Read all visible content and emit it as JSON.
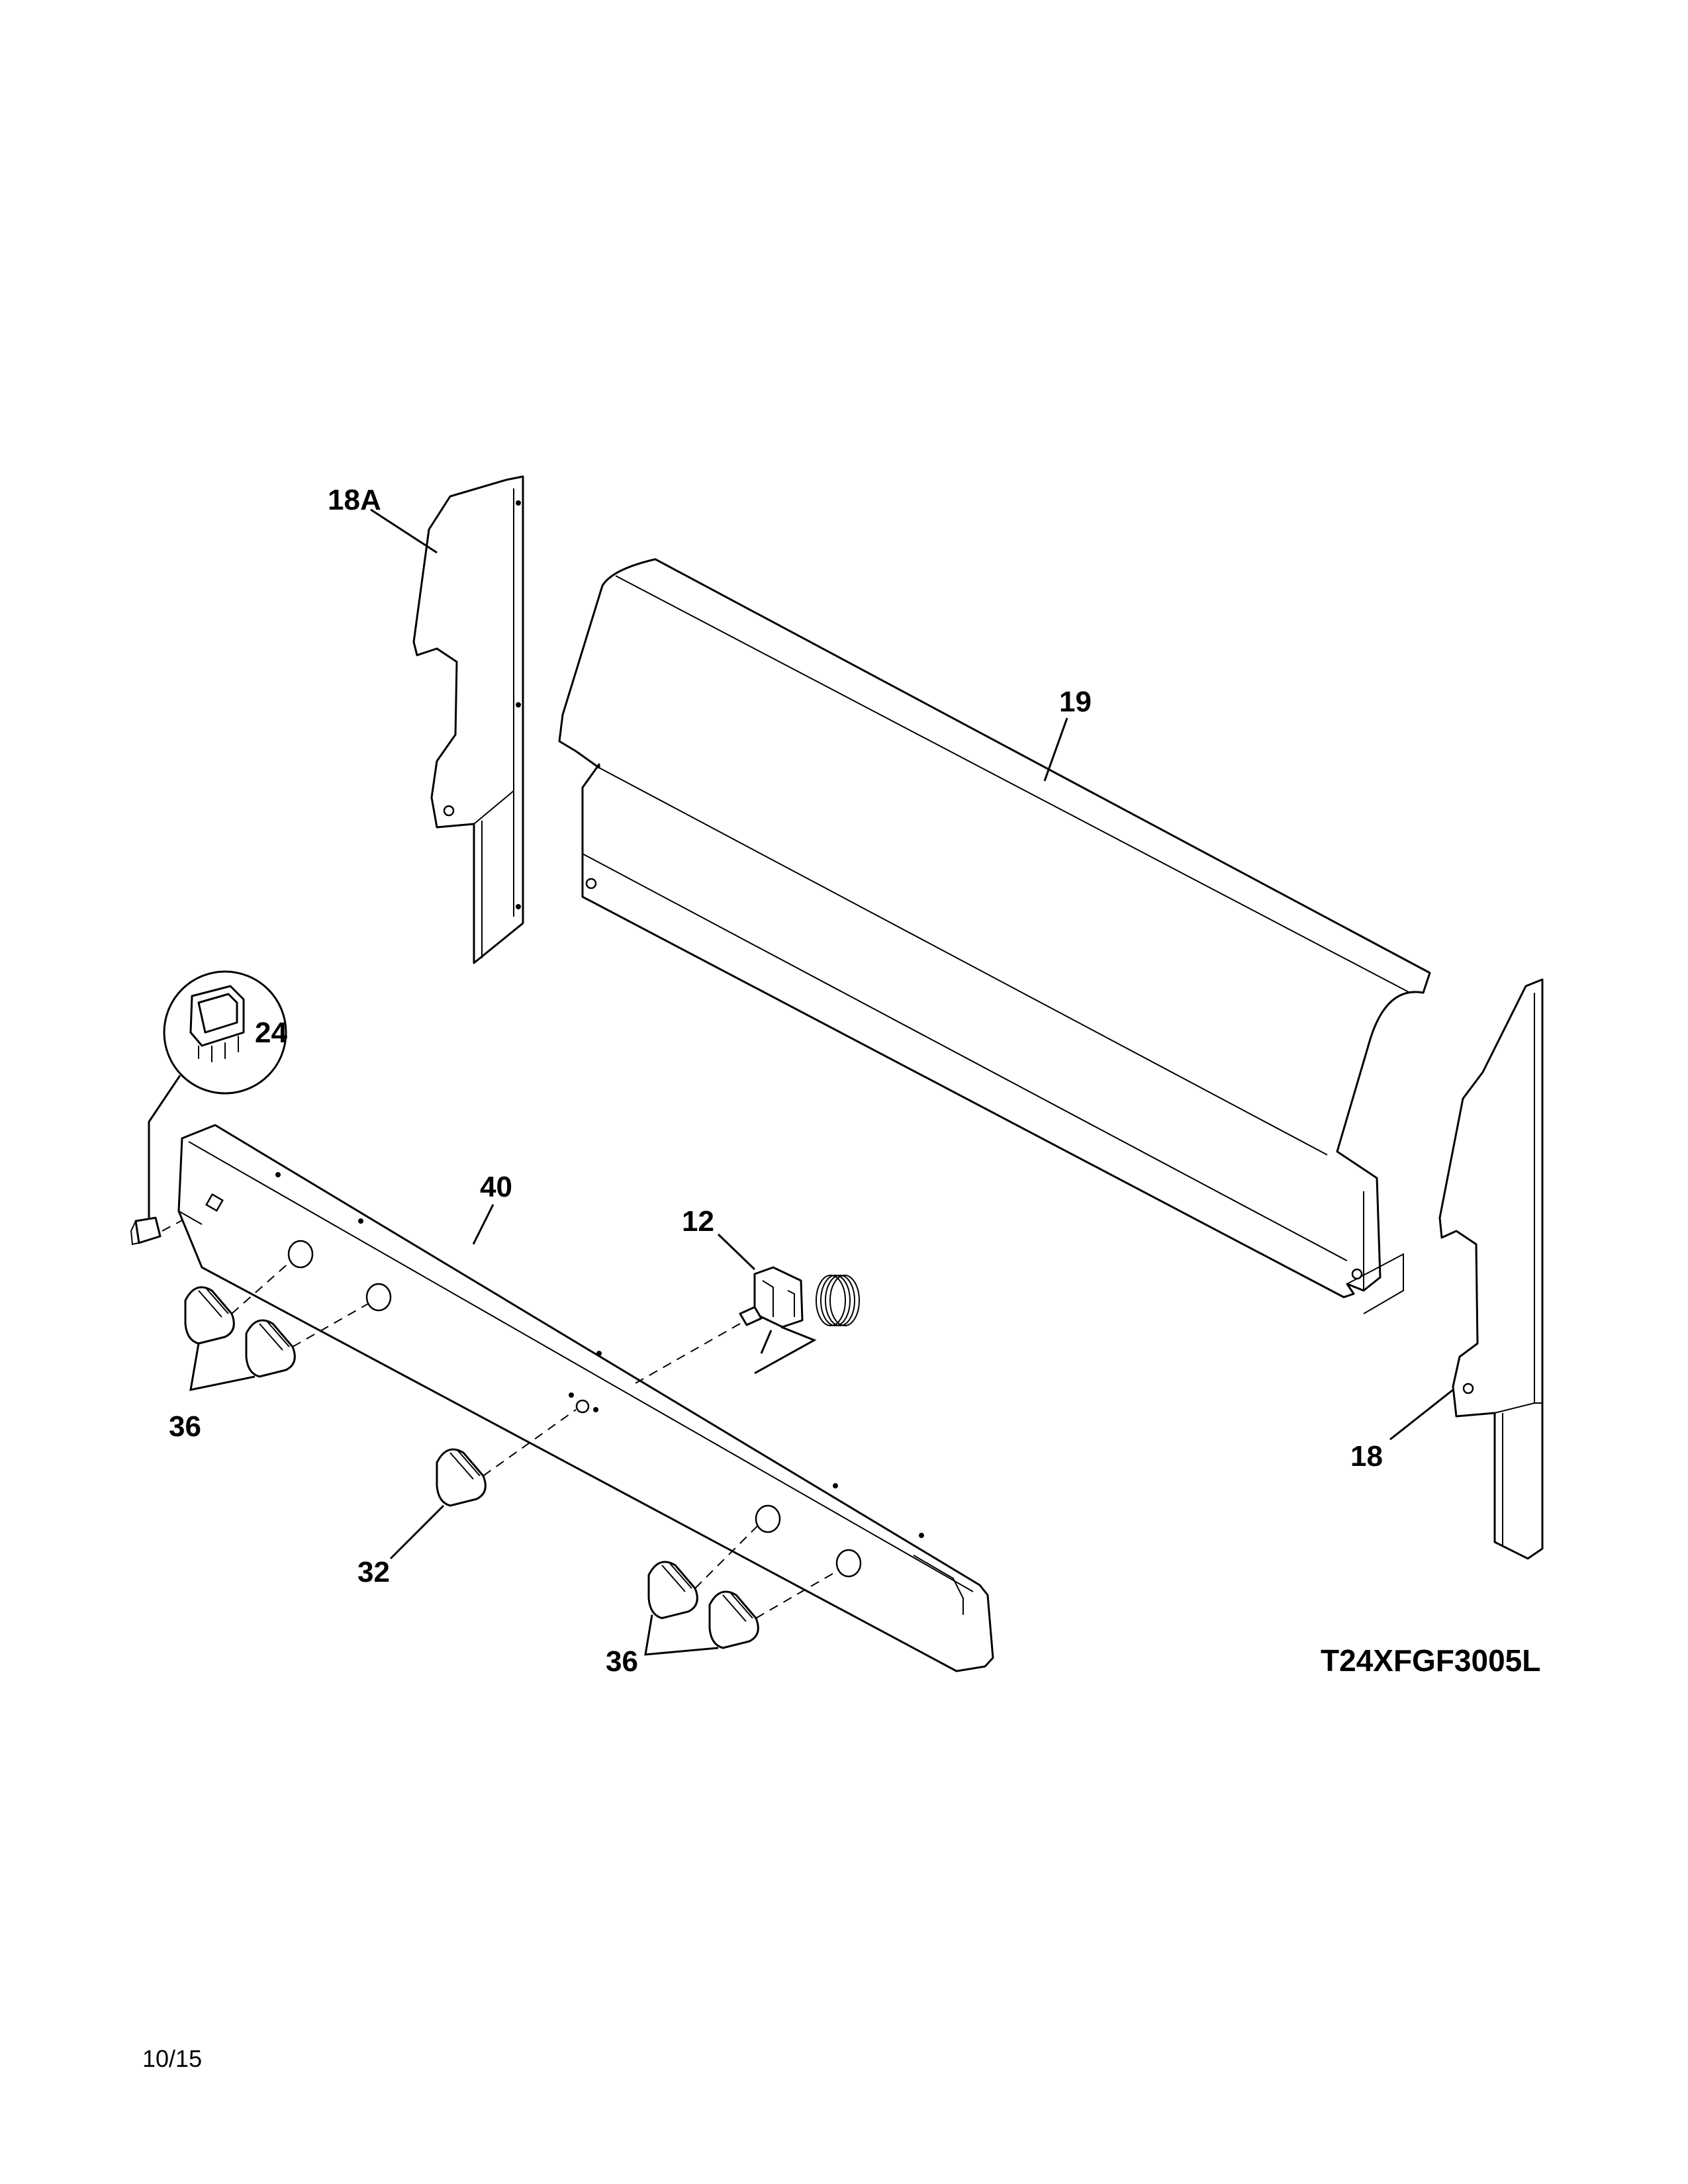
{
  "callouts": {
    "c18a": "18A",
    "c19": "19",
    "c24": "24",
    "c40": "40",
    "c12": "12",
    "c36_left": "36",
    "c32": "32",
    "c36_right": "36",
    "c18": "18"
  },
  "model_number": "T24XFGF3005L",
  "date_code": "10/15"
}
